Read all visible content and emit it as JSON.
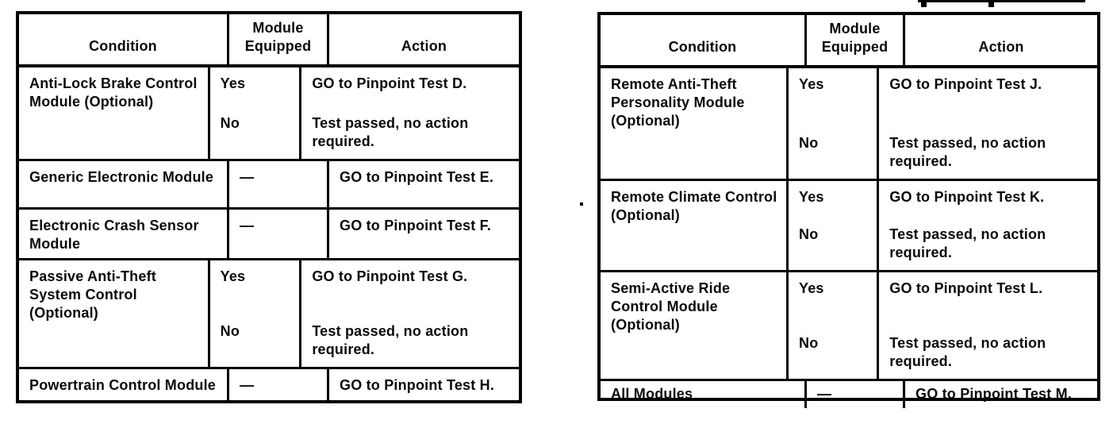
{
  "document": {
    "kind": "scanned diagnostic quick-test table page",
    "ink_color": "#000000",
    "paper_color": "#ffffff"
  },
  "tables": [
    {
      "id": "left",
      "headers": [
        "Condition",
        "Module Equipped",
        "Action"
      ],
      "rows": [
        {
          "condition": "Anti-Lock Brake Control Module (Optional)",
          "equipped": [
            "Yes",
            "No"
          ],
          "actions": [
            "GO to Pinpoint Test D.",
            "Test passed, no action required."
          ]
        },
        {
          "condition": "Generic Electronic Module",
          "equipped": [
            "—"
          ],
          "actions": [
            "GO to Pinpoint Test E."
          ]
        },
        {
          "condition": "Electronic Crash Sensor Module",
          "equipped": [
            "—"
          ],
          "actions": [
            "GO to Pinpoint Test F."
          ]
        },
        {
          "condition": "Passive Anti-Theft System Control (Optional)",
          "equipped": [
            "Yes",
            "No"
          ],
          "actions": [
            "GO to Pinpoint Test G.",
            "Test passed, no action required."
          ]
        },
        {
          "condition": "Powertrain Control Module",
          "equipped": [
            "—"
          ],
          "actions": [
            "GO to Pinpoint Test H."
          ]
        }
      ]
    },
    {
      "id": "right",
      "headers": [
        "Condition",
        "Module Equipped",
        "Action"
      ],
      "rows": [
        {
          "condition": "Remote Anti-Theft Personality Module (Optional)",
          "equipped": [
            "Yes",
            "No"
          ],
          "actions": [
            "GO to Pinpoint Test J.",
            "Test passed, no action required."
          ]
        },
        {
          "condition": "Remote Climate Control (Optional)",
          "equipped": [
            "Yes",
            "No"
          ],
          "actions": [
            "GO to Pinpoint Test K.",
            "Test passed, no action required."
          ]
        },
        {
          "condition": "Semi-Active Ride Control Module (Optional)",
          "equipped": [
            "Yes",
            "No"
          ],
          "actions": [
            "GO to Pinpoint Test L.",
            "Test passed, no action required."
          ]
        },
        {
          "condition": "All Modules",
          "equipped": [
            "—"
          ],
          "actions": [
            "GO to Pinpoint Test M."
          ]
        }
      ]
    }
  ]
}
